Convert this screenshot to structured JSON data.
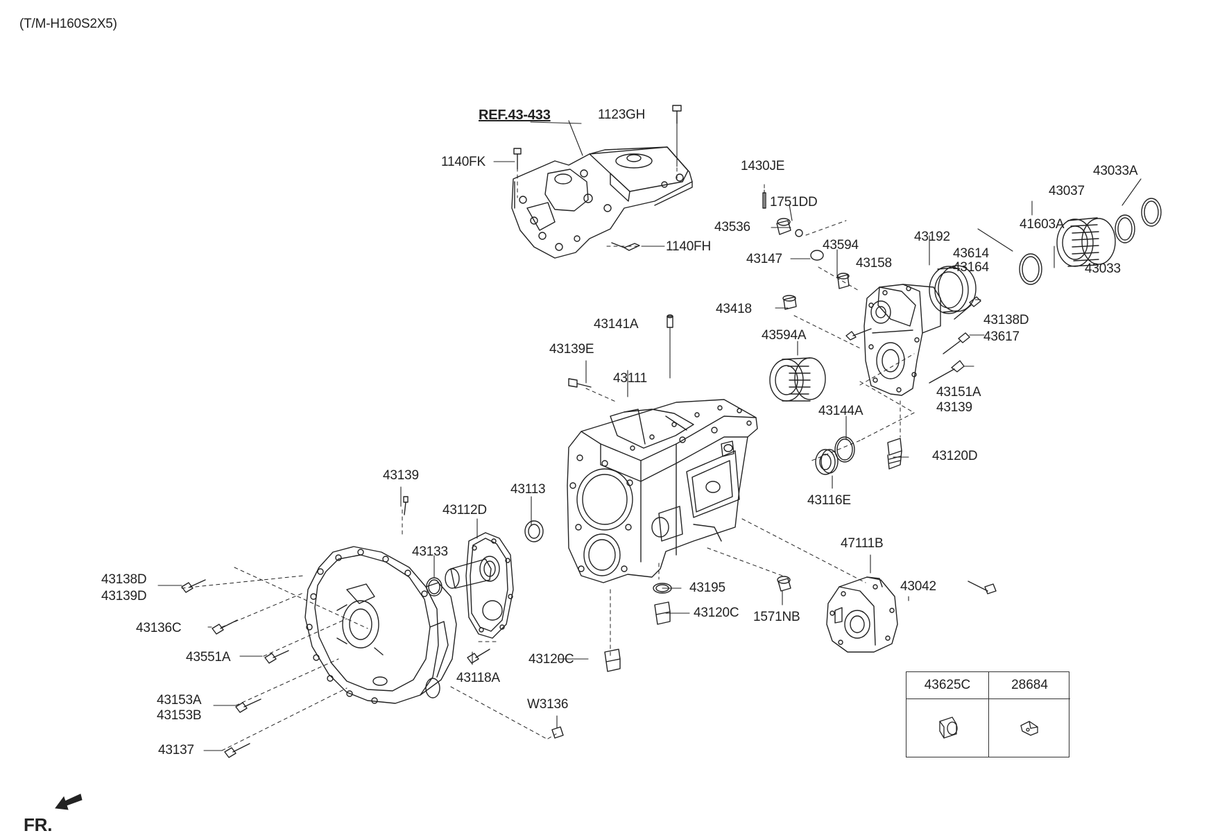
{
  "model_code": "(T/M-H160S2X5)",
  "reference": "REF.43-433",
  "front_marker": "FR.",
  "labels": [
    {
      "id": "1123GH",
      "text": "1123GH"
    },
    {
      "id": "1140FK",
      "text": "1140FK"
    },
    {
      "id": "1140FH",
      "text": "1140FH"
    },
    {
      "id": "1430JE",
      "text": "1430JE"
    },
    {
      "id": "1751DD",
      "text": "1751DD"
    },
    {
      "id": "43536",
      "text": "43536"
    },
    {
      "id": "43147",
      "text": "43147"
    },
    {
      "id": "43594",
      "text": "43594"
    },
    {
      "id": "43158",
      "text": "43158"
    },
    {
      "id": "43192",
      "text": "43192"
    },
    {
      "id": "41603A",
      "text": "41603A"
    },
    {
      "id": "43037",
      "text": "43037"
    },
    {
      "id": "43033A",
      "text": "43033A"
    },
    {
      "id": "43033",
      "text": "43033"
    },
    {
      "id": "43614",
      "text": "43614"
    },
    {
      "id": "43164",
      "text": "43164"
    },
    {
      "id": "43418",
      "text": "43418"
    },
    {
      "id": "43138D_r",
      "text": "43138D"
    },
    {
      "id": "43617",
      "text": "43617"
    },
    {
      "id": "43141A",
      "text": "43141A"
    },
    {
      "id": "43594A",
      "text": "43594A"
    },
    {
      "id": "43139E",
      "text": "43139E"
    },
    {
      "id": "43111",
      "text": "43111"
    },
    {
      "id": "43151A",
      "text": "43151A"
    },
    {
      "id": "43139_r",
      "text": "43139"
    },
    {
      "id": "43144A",
      "text": "43144A"
    },
    {
      "id": "43120D",
      "text": "43120D"
    },
    {
      "id": "43116E",
      "text": "43116E"
    },
    {
      "id": "43139_l",
      "text": "43139"
    },
    {
      "id": "43112D",
      "text": "43112D"
    },
    {
      "id": "43113",
      "text": "43113"
    },
    {
      "id": "43133",
      "text": "43133"
    },
    {
      "id": "47111B",
      "text": "47111B"
    },
    {
      "id": "43042",
      "text": "43042"
    },
    {
      "id": "43138D_l",
      "text": "43138D"
    },
    {
      "id": "43139D",
      "text": "43139D"
    },
    {
      "id": "43195",
      "text": "43195"
    },
    {
      "id": "43136C",
      "text": "43136C"
    },
    {
      "id": "43120C_a",
      "text": "43120C"
    },
    {
      "id": "1571NB",
      "text": "1571NB"
    },
    {
      "id": "43551A",
      "text": "43551A"
    },
    {
      "id": "43120C_b",
      "text": "43120C"
    },
    {
      "id": "43118A",
      "text": "43118A"
    },
    {
      "id": "43153A",
      "text": "43153A"
    },
    {
      "id": "43153B",
      "text": "43153B"
    },
    {
      "id": "W3136",
      "text": "W3136"
    },
    {
      "id": "43137",
      "text": "43137"
    }
  ],
  "inset_table": {
    "columns": [
      {
        "part_no": "43625C",
        "icon": "cap-nut-icon"
      },
      {
        "part_no": "28684",
        "icon": "clip-bracket-icon"
      }
    ]
  },
  "colors": {
    "line": "#222222",
    "background": "#ffffff"
  }
}
